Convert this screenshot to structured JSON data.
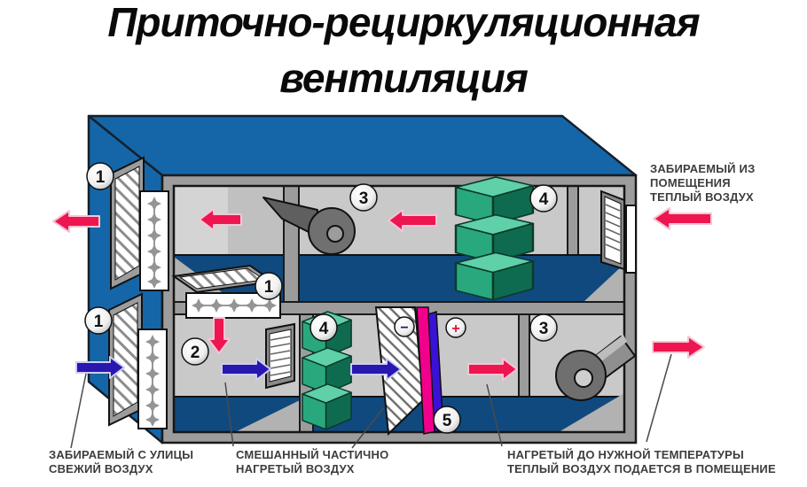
{
  "title": {
    "line1": "Приточно-рециркуляционная",
    "line2": "вентиляция"
  },
  "labels": {
    "room_intake": {
      "line1": "ЗАБИРАЕМЫЙ ИЗ",
      "line2": "ПОМЕЩЕНИЯ",
      "line3": "ТЕПЛЫЙ ВОЗДУХ"
    },
    "street_intake": {
      "line1": "ЗАБИРАЕМЫЙ С УЛИЦЫ",
      "line2": "СВЕЖИЙ ВОЗДУХ"
    },
    "mixed_air": {
      "line1": "СМЕШАННЫЙ ЧАСТИЧНО",
      "line2": "НАГРЕТЫЙ ВОЗДУХ"
    },
    "heated_air": {
      "line1": "НАГРЕТЫЙ ДО НУЖНОЙ ТЕМПЕРАТУРЫ",
      "line2": "ТЕПЛЫЙ ВОЗДУХ ПОДАЕТСЯ В ПОМЕЩЕНИЕ"
    }
  },
  "badges": {
    "filter": "1",
    "mixing_chamber": "2",
    "fan": "3",
    "heat_exchanger": "4",
    "heater": "5",
    "minus": "−",
    "plus": "+"
  },
  "colors": {
    "wall_blue": "#1566a8",
    "floor_blue": "#10497e",
    "frame_gray": "#9c9c9c",
    "interior_gray": "#c9c9c9",
    "arrow_red": "#ee1650",
    "arrow_blue": "#2817b0",
    "exchanger_green": "#2aa87d",
    "heater_magenta": "#f2008c",
    "heater_violet": "#3912d6"
  }
}
